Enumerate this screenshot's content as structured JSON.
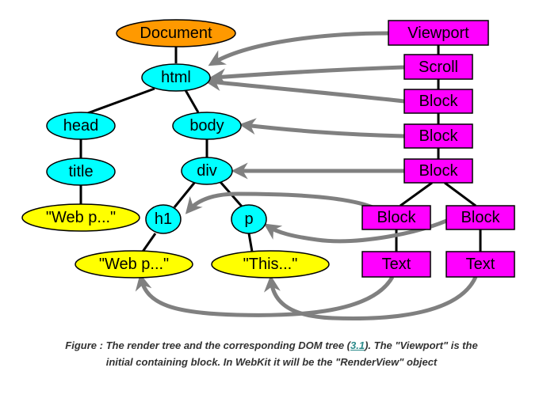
{
  "colors": {
    "document_fill": "#ff9900",
    "dom_node_fill": "#00ffff",
    "text_leaf_fill": "#ffff00",
    "render_box_fill": "#ff00ff",
    "tree_edge": "#000000",
    "mapping_arrow": "#808080",
    "caption_link": "#2a8a8a"
  },
  "dom_tree": {
    "document": "Document",
    "html": "html",
    "head": "head",
    "title": "title",
    "title_text": "\"Web p...\"",
    "body": "body",
    "div": "div",
    "h1": "h1",
    "h1_text": "\"Web p...\"",
    "p": "p",
    "p_text": "\"This...\""
  },
  "render_tree": {
    "viewport": "Viewport",
    "scroll": "Scroll",
    "block_html": "Block",
    "block_body": "Block",
    "block_div": "Block",
    "block_h1": "Block",
    "block_p": "Block",
    "text_h1": "Text",
    "text_p": "Text"
  },
  "caption": {
    "before_link": "Figure : The render tree and the corresponding DOM tree (",
    "link": "3.1",
    "after_link": "). The \"Viewport\" is the initial containing block. In WebKit it will be the \"RenderView\" object"
  }
}
